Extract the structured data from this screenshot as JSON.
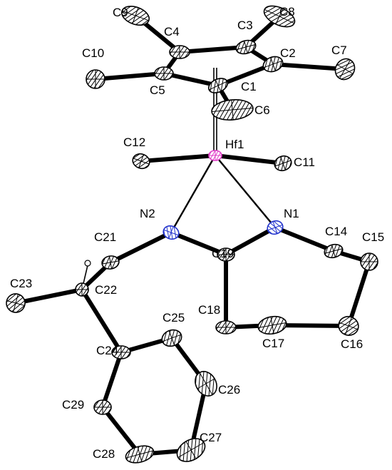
{
  "figure": {
    "atoms": [
      {
        "id": "Hf1",
        "label": "Hf1",
        "element": "Hf"
      },
      {
        "id": "N1",
        "label": "N1",
        "element": "N"
      },
      {
        "id": "N2",
        "label": "N2",
        "element": "N"
      },
      {
        "id": "C1",
        "label": "C1",
        "element": "C"
      },
      {
        "id": "C2",
        "label": "C2",
        "element": "C"
      },
      {
        "id": "C3",
        "label": "C3",
        "element": "C"
      },
      {
        "id": "C4",
        "label": "C4",
        "element": "C"
      },
      {
        "id": "C5",
        "label": "C5",
        "element": "C"
      },
      {
        "id": "C6",
        "label": "C6",
        "element": "C"
      },
      {
        "id": "C7",
        "label": "C7",
        "element": "C"
      },
      {
        "id": "C8",
        "label": "C8",
        "element": "C"
      },
      {
        "id": "C9",
        "label": "C9",
        "element": "C"
      },
      {
        "id": "C10",
        "label": "C10",
        "element": "C"
      },
      {
        "id": "C11",
        "label": "C11",
        "element": "C"
      },
      {
        "id": "C12",
        "label": "C12",
        "element": "C"
      },
      {
        "id": "C14",
        "label": "C14",
        "element": "C"
      },
      {
        "id": "C15",
        "label": "C15",
        "element": "C"
      },
      {
        "id": "C16",
        "label": "C16",
        "element": "C"
      },
      {
        "id": "C17",
        "label": "C17",
        "element": "C"
      },
      {
        "id": "C18",
        "label": "C18",
        "element": "C"
      },
      {
        "id": "C19",
        "label": "C19",
        "element": "C"
      },
      {
        "id": "C21",
        "label": "C21",
        "element": "C"
      },
      {
        "id": "C22",
        "label": "C22",
        "element": "C"
      },
      {
        "id": "C23",
        "label": "C23",
        "element": "C"
      },
      {
        "id": "C24",
        "label": "C24",
        "element": "C"
      },
      {
        "id": "C25",
        "label": "C25",
        "element": "C"
      },
      {
        "id": "C26",
        "label": "C26",
        "element": "C"
      },
      {
        "id": "C27",
        "label": "C27",
        "element": "C"
      },
      {
        "id": "C28",
        "label": "C28",
        "element": "C"
      },
      {
        "id": "C29",
        "label": "C29",
        "element": "C"
      }
    ],
    "bonds": [
      [
        "C1",
        "C2"
      ],
      [
        "C2",
        "C3"
      ],
      [
        "C3",
        "C4"
      ],
      [
        "C4",
        "C5"
      ],
      [
        "C5",
        "C1"
      ],
      [
        "C1",
        "C6"
      ],
      [
        "C2",
        "C7"
      ],
      [
        "C3",
        "C8"
      ],
      [
        "C4",
        "C9"
      ],
      [
        "C5",
        "C10"
      ],
      [
        "Hf1",
        "C11"
      ],
      [
        "Hf1",
        "C12"
      ],
      [
        "Hf1",
        "N1"
      ],
      [
        "Hf1",
        "N2"
      ],
      [
        "N1",
        "C19"
      ],
      [
        "N2",
        "C19"
      ],
      [
        "N1",
        "C14"
      ],
      [
        "C14",
        "C15"
      ],
      [
        "C15",
        "C16"
      ],
      [
        "C16",
        "C17"
      ],
      [
        "C17",
        "C18"
      ],
      [
        "C18",
        "C19"
      ],
      [
        "N2",
        "C21"
      ],
      [
        "C21",
        "C22"
      ],
      [
        "C22",
        "C23"
      ],
      [
        "C22",
        "C24"
      ],
      [
        "C24",
        "C25"
      ],
      [
        "C25",
        "C26"
      ],
      [
        "C26",
        "C27"
      ],
      [
        "C27",
        "C28"
      ],
      [
        "C28",
        "C29"
      ],
      [
        "C29",
        "C24"
      ]
    ],
    "colors": {
      "Hf": "#e040c8",
      "N": "#2233cc",
      "C": "#000000"
    }
  }
}
